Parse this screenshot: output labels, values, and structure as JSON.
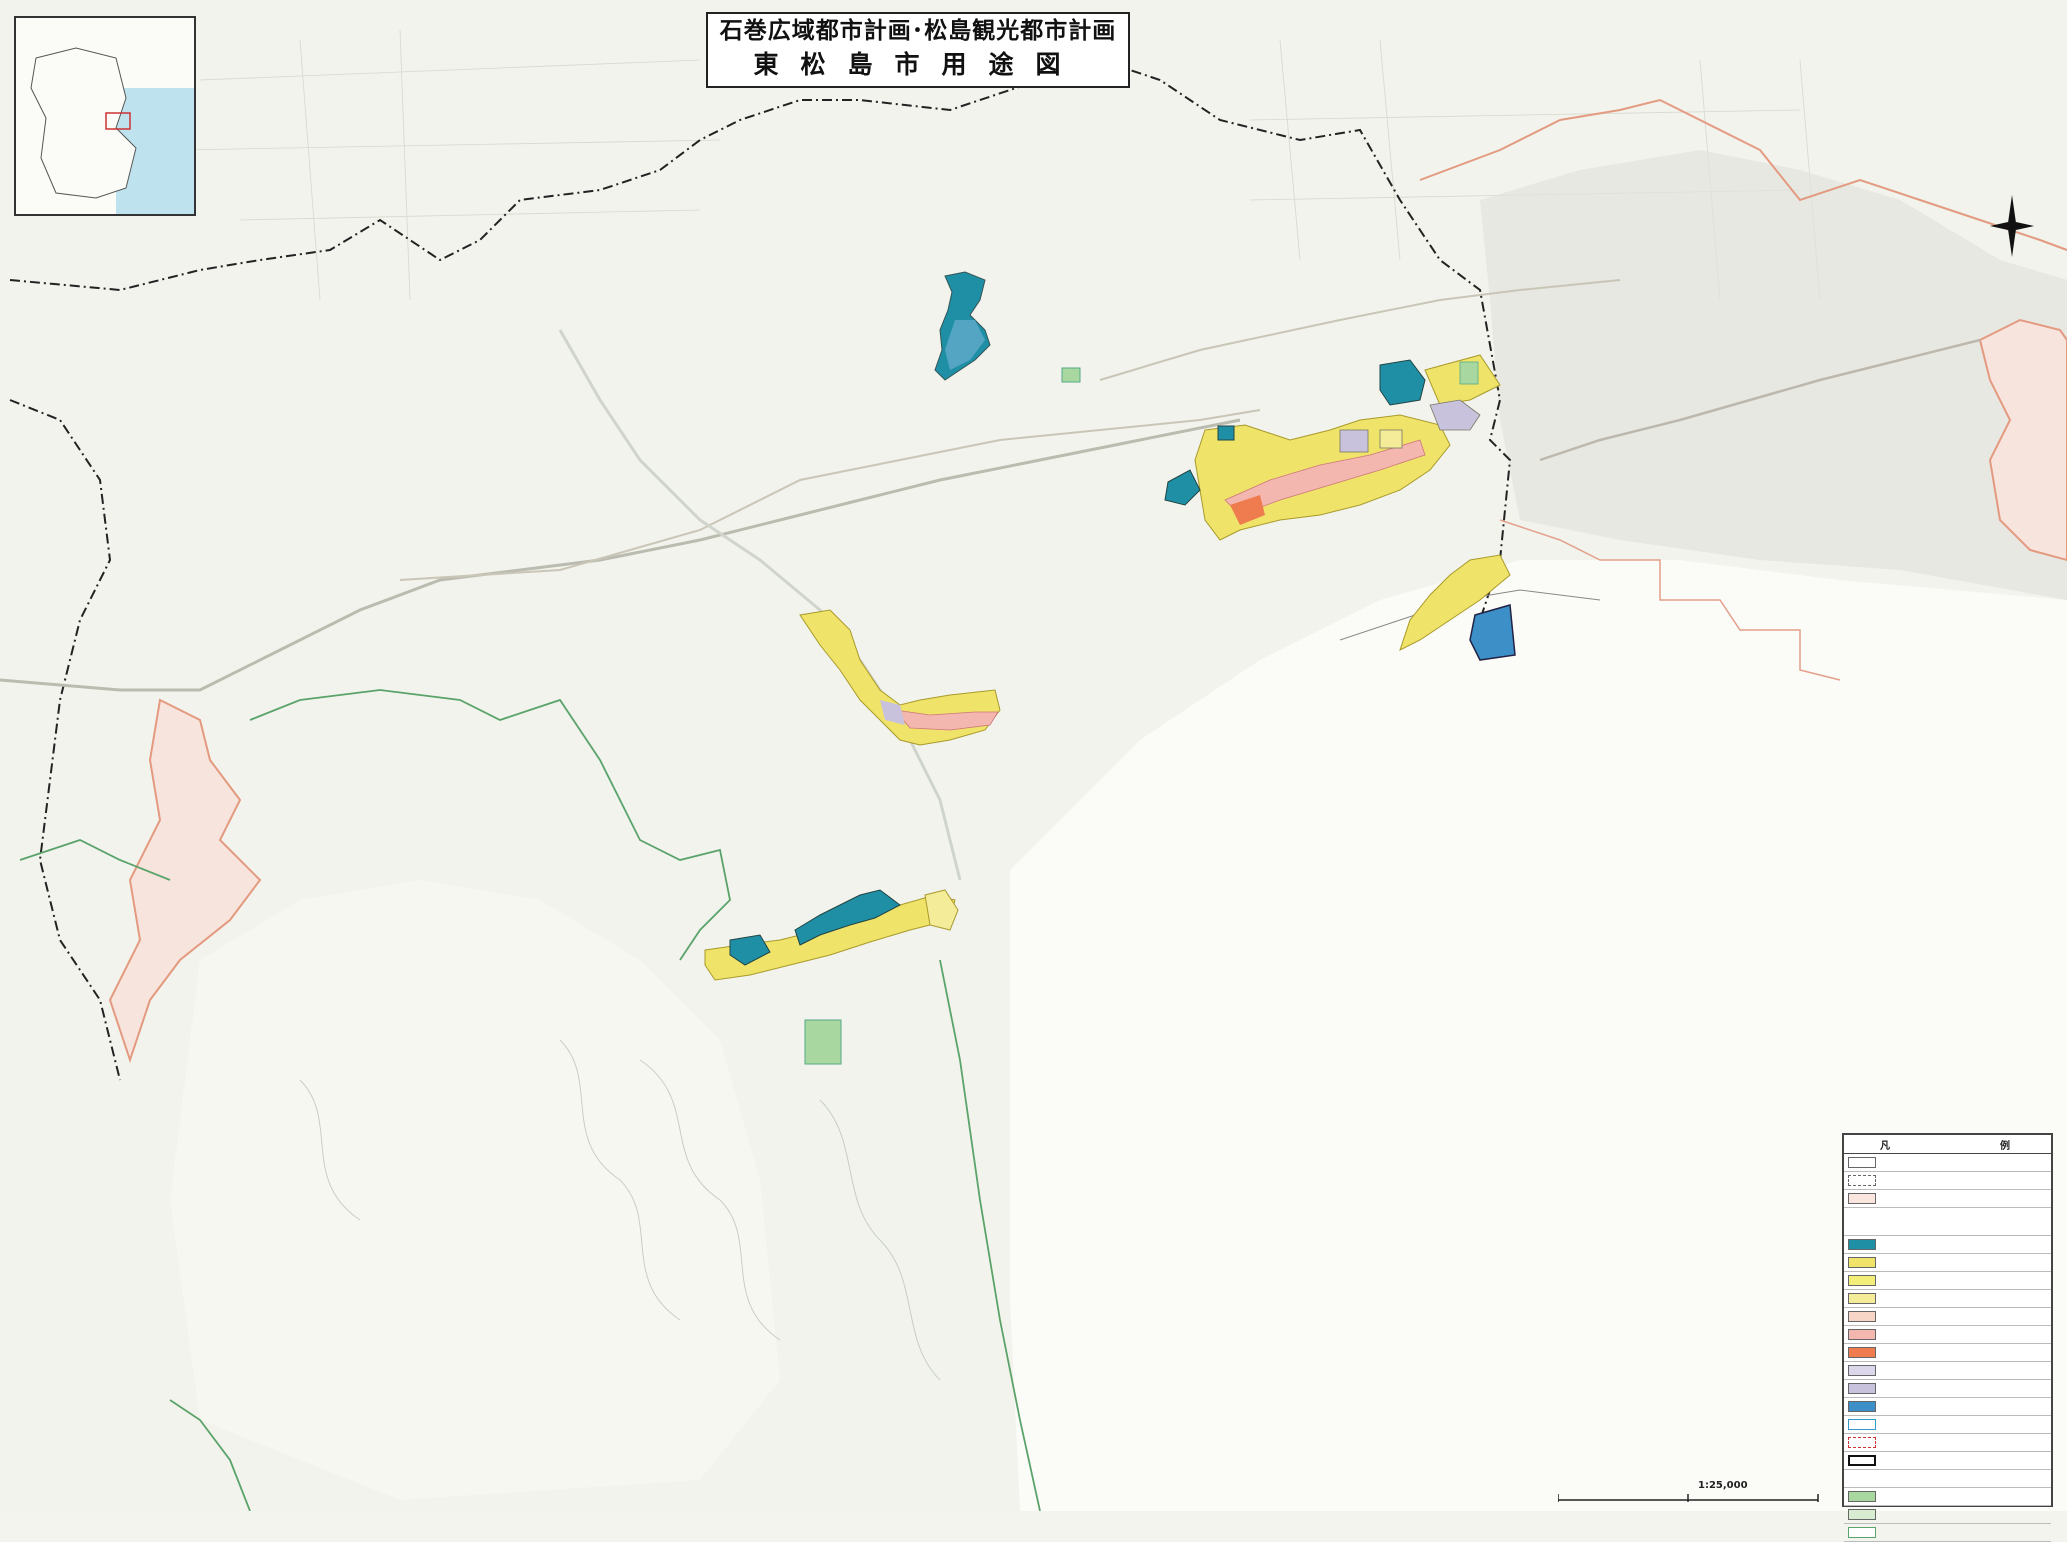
{
  "title": {
    "line1": "石巻広域都市計画･松島観光都市計画",
    "line2": "東松島市用途図"
  },
  "scale": {
    "label": "1:25,000"
  },
  "legend": {
    "heading_a": "凡",
    "heading_b": "例"
  },
  "colors": {
    "zone_teal": "#1f8fa6",
    "zone_yellow": "#f0e36a",
    "zone_lightyellow": "#f5ec9a",
    "zone_pink": "#f3b7b0",
    "zone_orange": "#ee7c4e",
    "zone_lilac": "#c8c2dc",
    "zone_blue": "#3d8fc8",
    "zone_green": "#a8d8a0",
    "city_boundary": "#222222",
    "park_boundary": "#5aa36a",
    "urban_boundary": "#e39a80",
    "sea": "#ffffff"
  },
  "icons": {
    "north": "north-arrow-icon"
  }
}
